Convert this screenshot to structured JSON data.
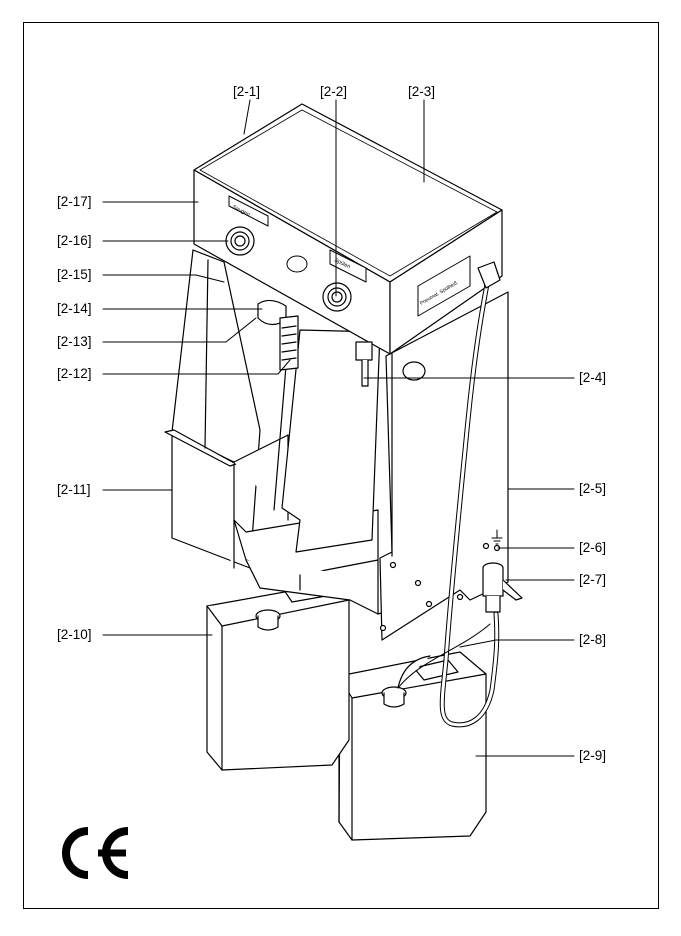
{
  "labels": {
    "l2_1": "[2-1]",
    "l2_2": "[2-2]",
    "l2_3": "[2-3]",
    "l2_4": "[2-4]",
    "l2_5": "[2-5]",
    "l2_6": "[2-6]",
    "l2_7": "[2-7]",
    "l2_8": "[2-8]",
    "l2_9": "[2-9]",
    "l2_10": "[2-10]",
    "l2_11": "[2-11]",
    "l2_12": "[2-12]",
    "l2_13": "[2-13]",
    "l2_14": "[2-14]",
    "l2_15": "[2-15]",
    "l2_16": "[2-16]",
    "l2_17": "[2-17]"
  },
  "device_text": {
    "panel_label_left": "Saugen",
    "panel_label_mid": "Spülen",
    "side_plate_text": "Pneumat. Spülheiß"
  },
  "mark": {
    "name": "ce-mark"
  },
  "colors": {
    "line": "#000000",
    "background": "#ffffff"
  }
}
